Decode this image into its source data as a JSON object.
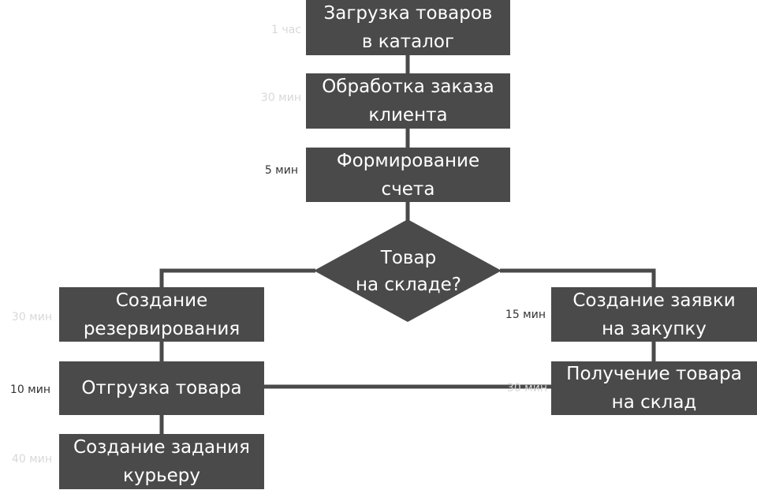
{
  "colors": {
    "box_fill": "#4a4a4a",
    "connector": "#4a4a4a",
    "box_text": "#ffffff",
    "time_text": "#333333"
  },
  "nodes": {
    "upload": "Загрузка товаров\nв каталог",
    "process_order": "Обработка заказа\nклиента",
    "invoice": "Формирование\nсчета",
    "decision": "Товар\nна складе?",
    "reservation": "Создание\nрезервирования",
    "shipment": "Отгрузка товара",
    "courier_task": "Создание задания\nкурьеру",
    "purchase_request": "Создание заявки\nна закупку",
    "receive_goods": "Получение товара\nна склад"
  },
  "times": {
    "upload": "1 час",
    "process_order": "30 мин",
    "invoice": "5 мин",
    "reservation": "30 мин",
    "shipment": "10 мин",
    "courier_task": "40 мин",
    "purchase_request": "15 мин",
    "receive_goods": "30 мин"
  }
}
